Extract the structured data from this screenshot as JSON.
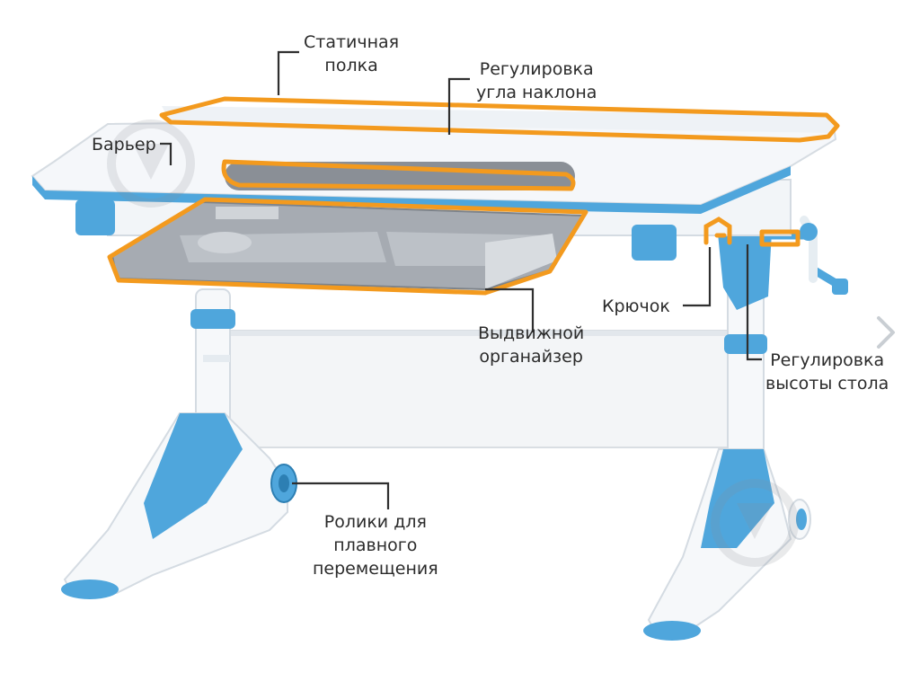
{
  "colors": {
    "accent_orange": "#f39a1e",
    "desk_blue": "#4fa6dc",
    "desk_white": "#f4f7fa",
    "organizer_gray": "#9a9fa6",
    "text": "#2b2b2b"
  },
  "icons": {
    "watermark": "download-arrow-icon",
    "navigation": "chevron-right-icon"
  },
  "labels": {
    "static_shelf": [
      "Статичная",
      "полка"
    ],
    "tilt_adjust": [
      "Регулировка",
      "угла наклона"
    ],
    "barrier": [
      "Барьер"
    ],
    "hook": [
      "Крючок"
    ],
    "organizer": [
      "Выдвижной",
      "органайзер"
    ],
    "height_adjust": [
      "Регулировка",
      "высоты стола"
    ],
    "casters": [
      "Ролики для",
      "плавного",
      "перемещения"
    ]
  }
}
